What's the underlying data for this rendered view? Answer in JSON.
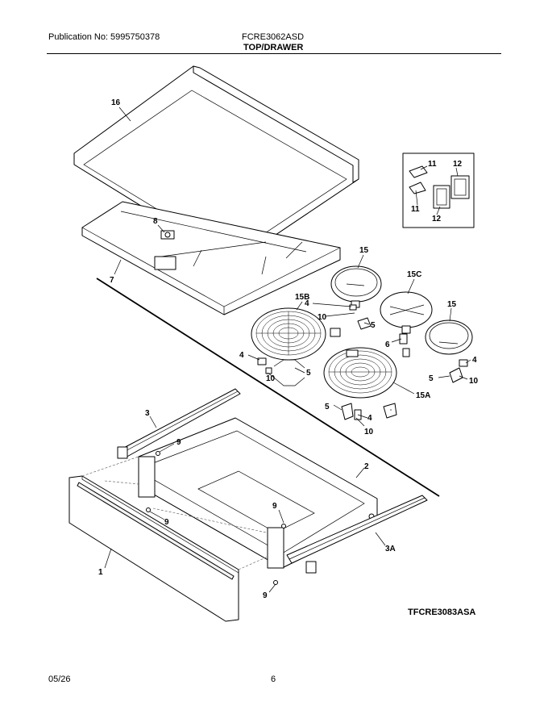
{
  "header": {
    "publication": "Publication No: 5995750378",
    "model": "FCRE3062ASD",
    "section": "TOP/DRAWER"
  },
  "diagram": {
    "labels": [
      "16",
      "8",
      "7",
      "11",
      "12",
      "11",
      "12",
      "15",
      "15C",
      "15B",
      "4",
      "10",
      "5",
      "15",
      "6",
      "4",
      "5",
      "10",
      "15A",
      "4",
      "10",
      "5",
      "5",
      "4",
      "10",
      "3",
      "9",
      "2",
      "9",
      "9",
      "1",
      "3A",
      "9"
    ],
    "code": "TFCRE3083ASA"
  },
  "footer": {
    "date": "05/26",
    "page": "6"
  }
}
